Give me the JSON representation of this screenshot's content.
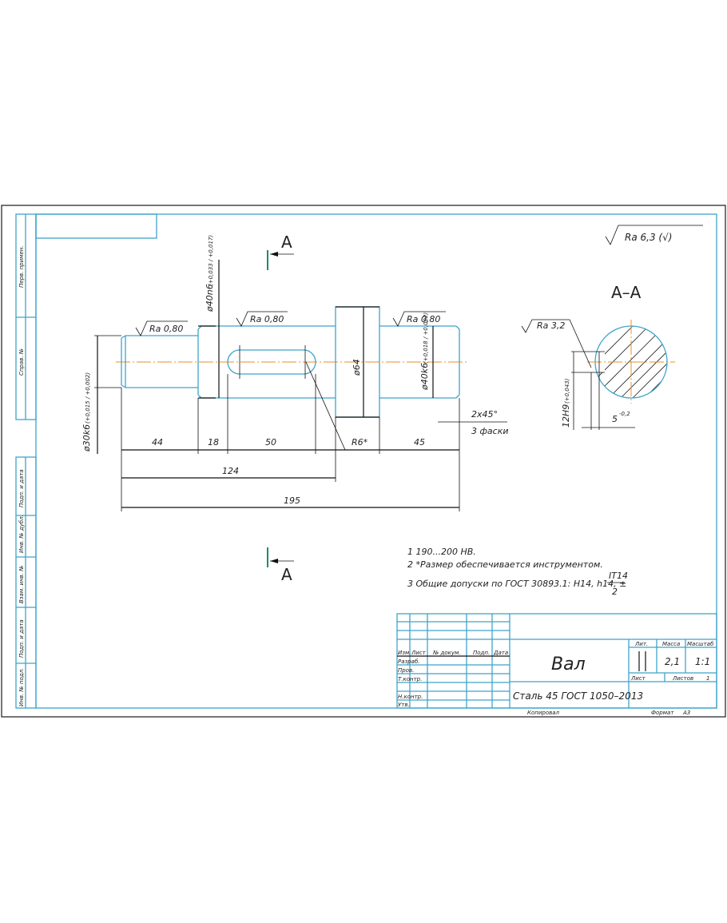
{
  "drawing": {
    "roughness_general": "Ra 6,3 (√)",
    "section_label": "A",
    "section_view_title": "A–A",
    "roughness": {
      "left_journal": "Ra 0,80",
      "middle": "Ra 0,80",
      "right_journal": "Ra 0,80",
      "keyway": "Ra 3,2"
    },
    "diameters": {
      "left": "ø30k6",
      "left_tol": "(+0,015 / +0,002)",
      "middle": "ø40n6",
      "middle_tol": "(+0,033 / +0,017)",
      "collar": "ø64",
      "right": "ø40k6",
      "right_tol": "(+0,018 / +0,002)"
    },
    "lengths": {
      "l1": "44",
      "l2": "18",
      "l3": "50",
      "l4": "45",
      "l5": "124",
      "total": "195"
    },
    "radius": "R6*",
    "chamfer": "2x45°",
    "chamfer_note": "3 фаски",
    "keyway_width": "12H9",
    "keyway_width_tol": "(+0,043)",
    "keyway_depth": "5",
    "keyway_depth_tol": "-0,2"
  },
  "notes": [
    "1  190...200 НВ.",
    "2  *Размер обеспечивается инструментом.",
    "3  Общие допуски по ГОСТ 30893.1: H14, h14, ±"
  ],
  "notes_fraction": {
    "numerator": "IT14",
    "denominator": "2"
  },
  "side_strip": [
    "Перв. примен.",
    "Справ. №",
    "Подп. и дата",
    "Инв. № дубл.",
    "Взам. инв. №",
    "Подп. и дата",
    "Инв. № подл."
  ],
  "title_block": {
    "headers": [
      "Изм.",
      "Лист",
      "№ докум.",
      "Подп.",
      "Дата"
    ],
    "roles": [
      "Разраб.",
      "Пров.",
      "Т.контр.",
      "Н.контр.",
      "Утв."
    ],
    "part_name": "Вал",
    "material": "Сталь 45 ГОСТ 1050–2013",
    "lit_label": "Лит.",
    "mass_label": "Масса",
    "scale_label": "Масштаб",
    "mass": "2,1",
    "scale": "1:1",
    "sheet_label": "Лист",
    "sheets_label": "Листов",
    "sheets": "1",
    "copied": "Копировал",
    "format_label": "Формат",
    "format": "А3"
  }
}
